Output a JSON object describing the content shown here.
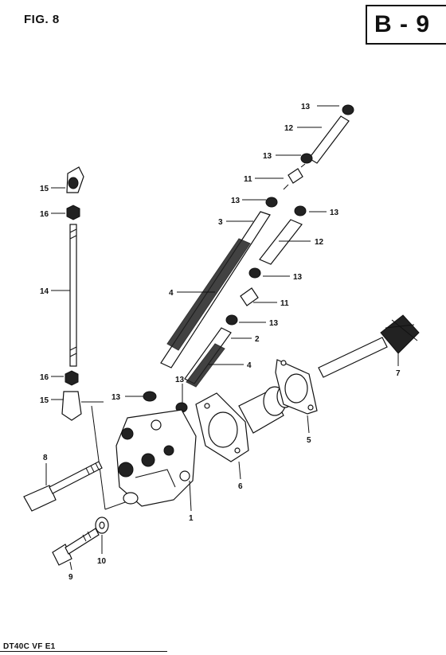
{
  "header": {
    "figure_label": "FIG. 8",
    "section_code": "B - 9"
  },
  "footer": {
    "model_code": "DT40C VF E1"
  },
  "callouts": {
    "c13_top": "13",
    "c12_top": "12",
    "c13_b": "13",
    "c11_top": "11",
    "c13_c": "13",
    "c13_right": "13",
    "c3": "3",
    "c12_right": "12",
    "c4_upper": "4",
    "c13_mid_right": "13",
    "c11_mid": "11",
    "c13_lower_right": "13",
    "c2": "2",
    "c4_lower": "4",
    "c13_bottom_a": "13",
    "c13_bottom_b": "13",
    "c15_top": "15",
    "c16_top": "16",
    "c14": "14",
    "c16_bottom": "16",
    "c15_bottom": "15",
    "c7": "7",
    "c5": "5",
    "c6": "6",
    "c8": "8",
    "c1": "1",
    "c10": "10",
    "c9": "9"
  }
}
